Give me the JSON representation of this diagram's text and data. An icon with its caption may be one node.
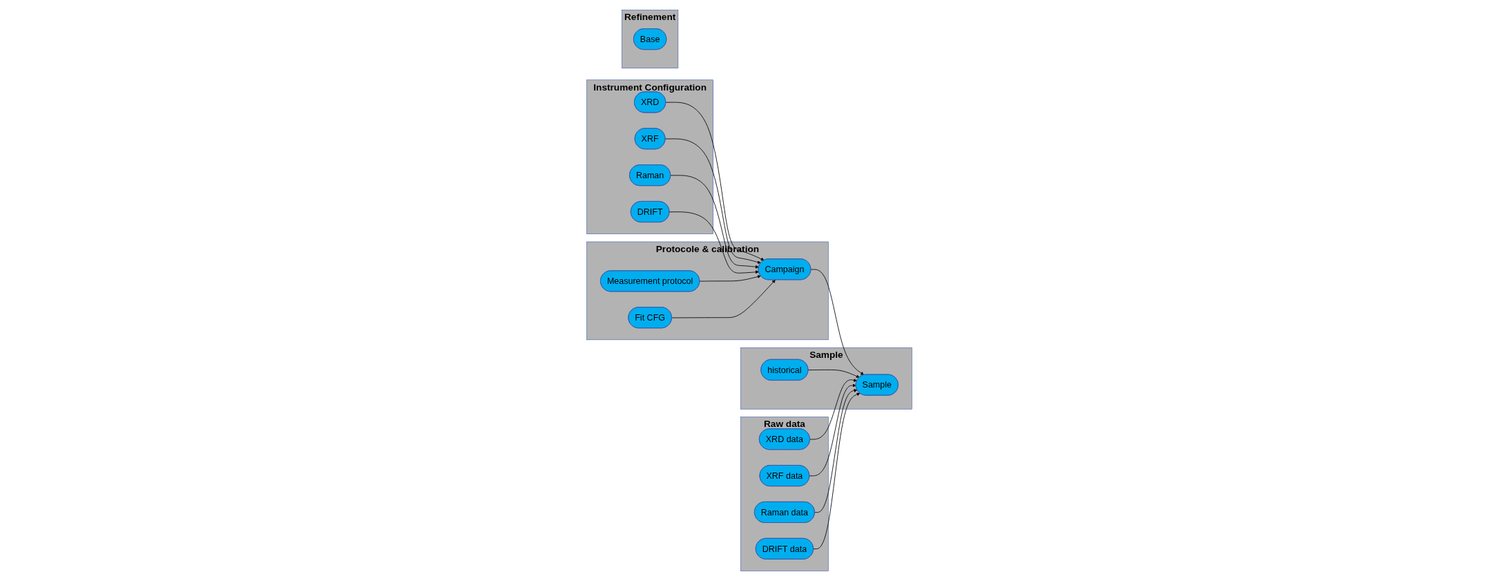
{
  "diagram": {
    "nodes": [
      {
        "text": [
          "Instrument Configuration"
        ]
      },
      {
        "text": [
          "XRD"
        ],
        "in": 0
      },
      {
        "text": [
          "XRF"
        ],
        "in": 0
      },
      {
        "text": [
          "Raman"
        ],
        "in": 0
      },
      {
        "text": [
          "DRIFT"
        ],
        "in": 0
      },
      {
        "text": [
          "Protocole & calibration"
        ]
      },
      {
        "text": [
          "Measurement protocol"
        ],
        "in": 5
      },
      {
        "text": [
          "Campaign"
        ],
        "in": 5
      },
      {
        "text": [
          "Fit CFG"
        ],
        "in": 5
      },
      {
        "text": [
          "Sample"
        ]
      },
      {
        "text": [
          "Sample"
        ],
        "in": 9
      },
      {
        "text": [
          "historical"
        ],
        "in": 9
      },
      {
        "text": [
          "Raw data"
        ]
      },
      {
        "text": [
          "XRD data"
        ],
        "in": 12
      },
      {
        "text": [
          "XRF data"
        ],
        "in": 12
      },
      {
        "text": [
          "Raman data"
        ],
        "in": 12
      },
      {
        "text": [
          "DRIFT data"
        ],
        "in": 12
      },
      {
        "text": [
          "Refinement"
        ]
      },
      {
        "text": [
          "Base"
        ],
        "in": 17
      }
    ],
    "edges": [
      {
        "from": 1,
        "to": 7,
        "arrow": "to"
      },
      {
        "from": 2,
        "to": 7,
        "arrow": "to"
      },
      {
        "from": 3,
        "to": 7,
        "arrow": "to"
      },
      {
        "from": 4,
        "to": 7,
        "arrow": "to"
      },
      {
        "from": 6,
        "to": 7,
        "arrow": "to"
      },
      {
        "from": 8,
        "to": 7,
        "arrow": "to"
      },
      {
        "from": 7,
        "to": 10,
        "arrow": "to"
      },
      {
        "from": 11,
        "to": 10,
        "arrow": "to"
      },
      {
        "from": 13,
        "to": 10,
        "arrow": "to"
      },
      {
        "from": 14,
        "to": 10,
        "arrow": "to"
      },
      {
        "from": 15,
        "to": 10,
        "arrow": "to"
      },
      {
        "from": 16,
        "to": 10,
        "arrow": "to"
      }
    ]
  }
}
